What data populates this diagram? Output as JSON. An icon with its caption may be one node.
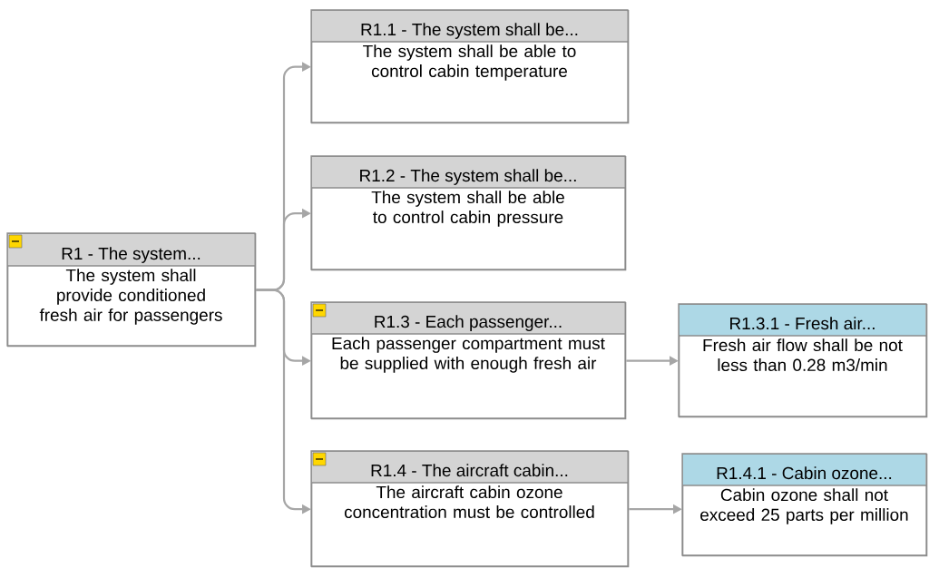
{
  "diagram": {
    "nodes": [
      {
        "text": [
          "R1 - The system...",
          "The system shall provide conditioned fresh air for passengers"
        ]
      },
      {
        "text": [
          "R1.1 - The system shall be...",
          "The system shall be able to control cabin temperature"
        ]
      },
      {
        "text": [
          "R1.2 - The system shall be...",
          "The system shall be able to control cabin pressure"
        ]
      },
      {
        "text": [
          "R1.3 - Each passenger...",
          "Each passenger compartment must be supplied with enough fresh air"
        ]
      },
      {
        "text": [
          "R1.4 - The aircraft cabin...",
          "The aircraft cabin ozone concentration must be controlled"
        ]
      },
      {
        "text": [
          "R1.3.1 - Fresh air...",
          "Fresh air flow shall be not less than 0.28 m3/min"
        ]
      },
      {
        "text": [
          "R1.4.1 - Cabin ozone...",
          "Cabin ozone shall not exceed 25 parts per million"
        ]
      }
    ],
    "edges": [
      {
        "from": 0,
        "to": 1,
        "arrow": "to"
      },
      {
        "from": 0,
        "to": 2,
        "arrow": "to"
      },
      {
        "from": 0,
        "to": 3,
        "arrow": "to"
      },
      {
        "from": 0,
        "to": 4,
        "arrow": "to"
      },
      {
        "from": 3,
        "to": 5,
        "arrow": "to"
      },
      {
        "from": 4,
        "to": 6,
        "arrow": "to"
      }
    ]
  }
}
